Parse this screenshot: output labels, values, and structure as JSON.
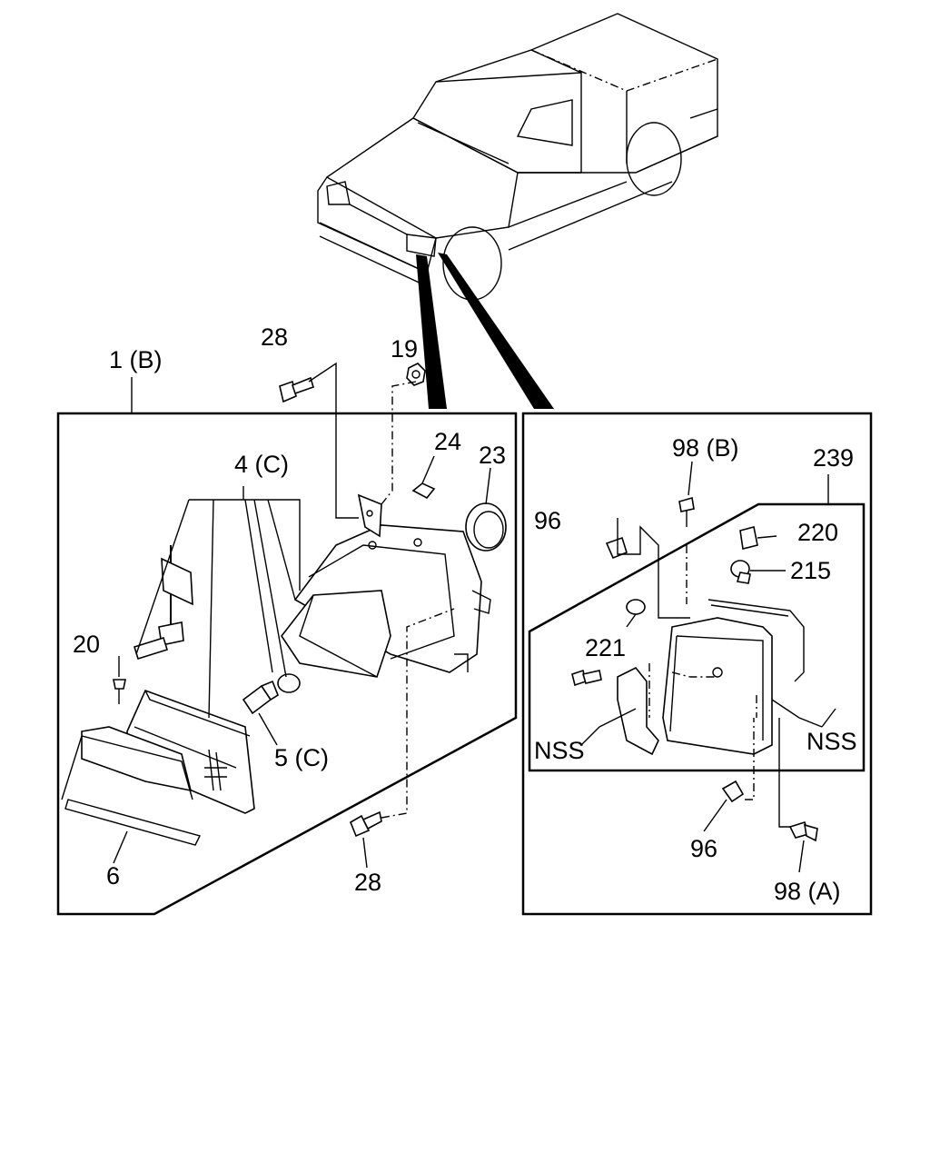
{
  "callouts": {
    "c_1b": "1 (B)",
    "c_28_top": "28",
    "c_19": "19",
    "c_24": "24",
    "c_23": "23",
    "c_4c": "4 (C)",
    "c_20": "20",
    "c_5c": "5 (C)",
    "c_6": "6",
    "c_28_bottom": "28",
    "c_98b": "98 (B)",
    "c_239": "239",
    "c_96_top": "96",
    "c_220": "220",
    "c_215": "215",
    "c_221": "221",
    "c_nss_left": "NSS",
    "c_nss_right": "NSS",
    "c_96_bottom": "96",
    "c_98a": "98 (A)"
  }
}
